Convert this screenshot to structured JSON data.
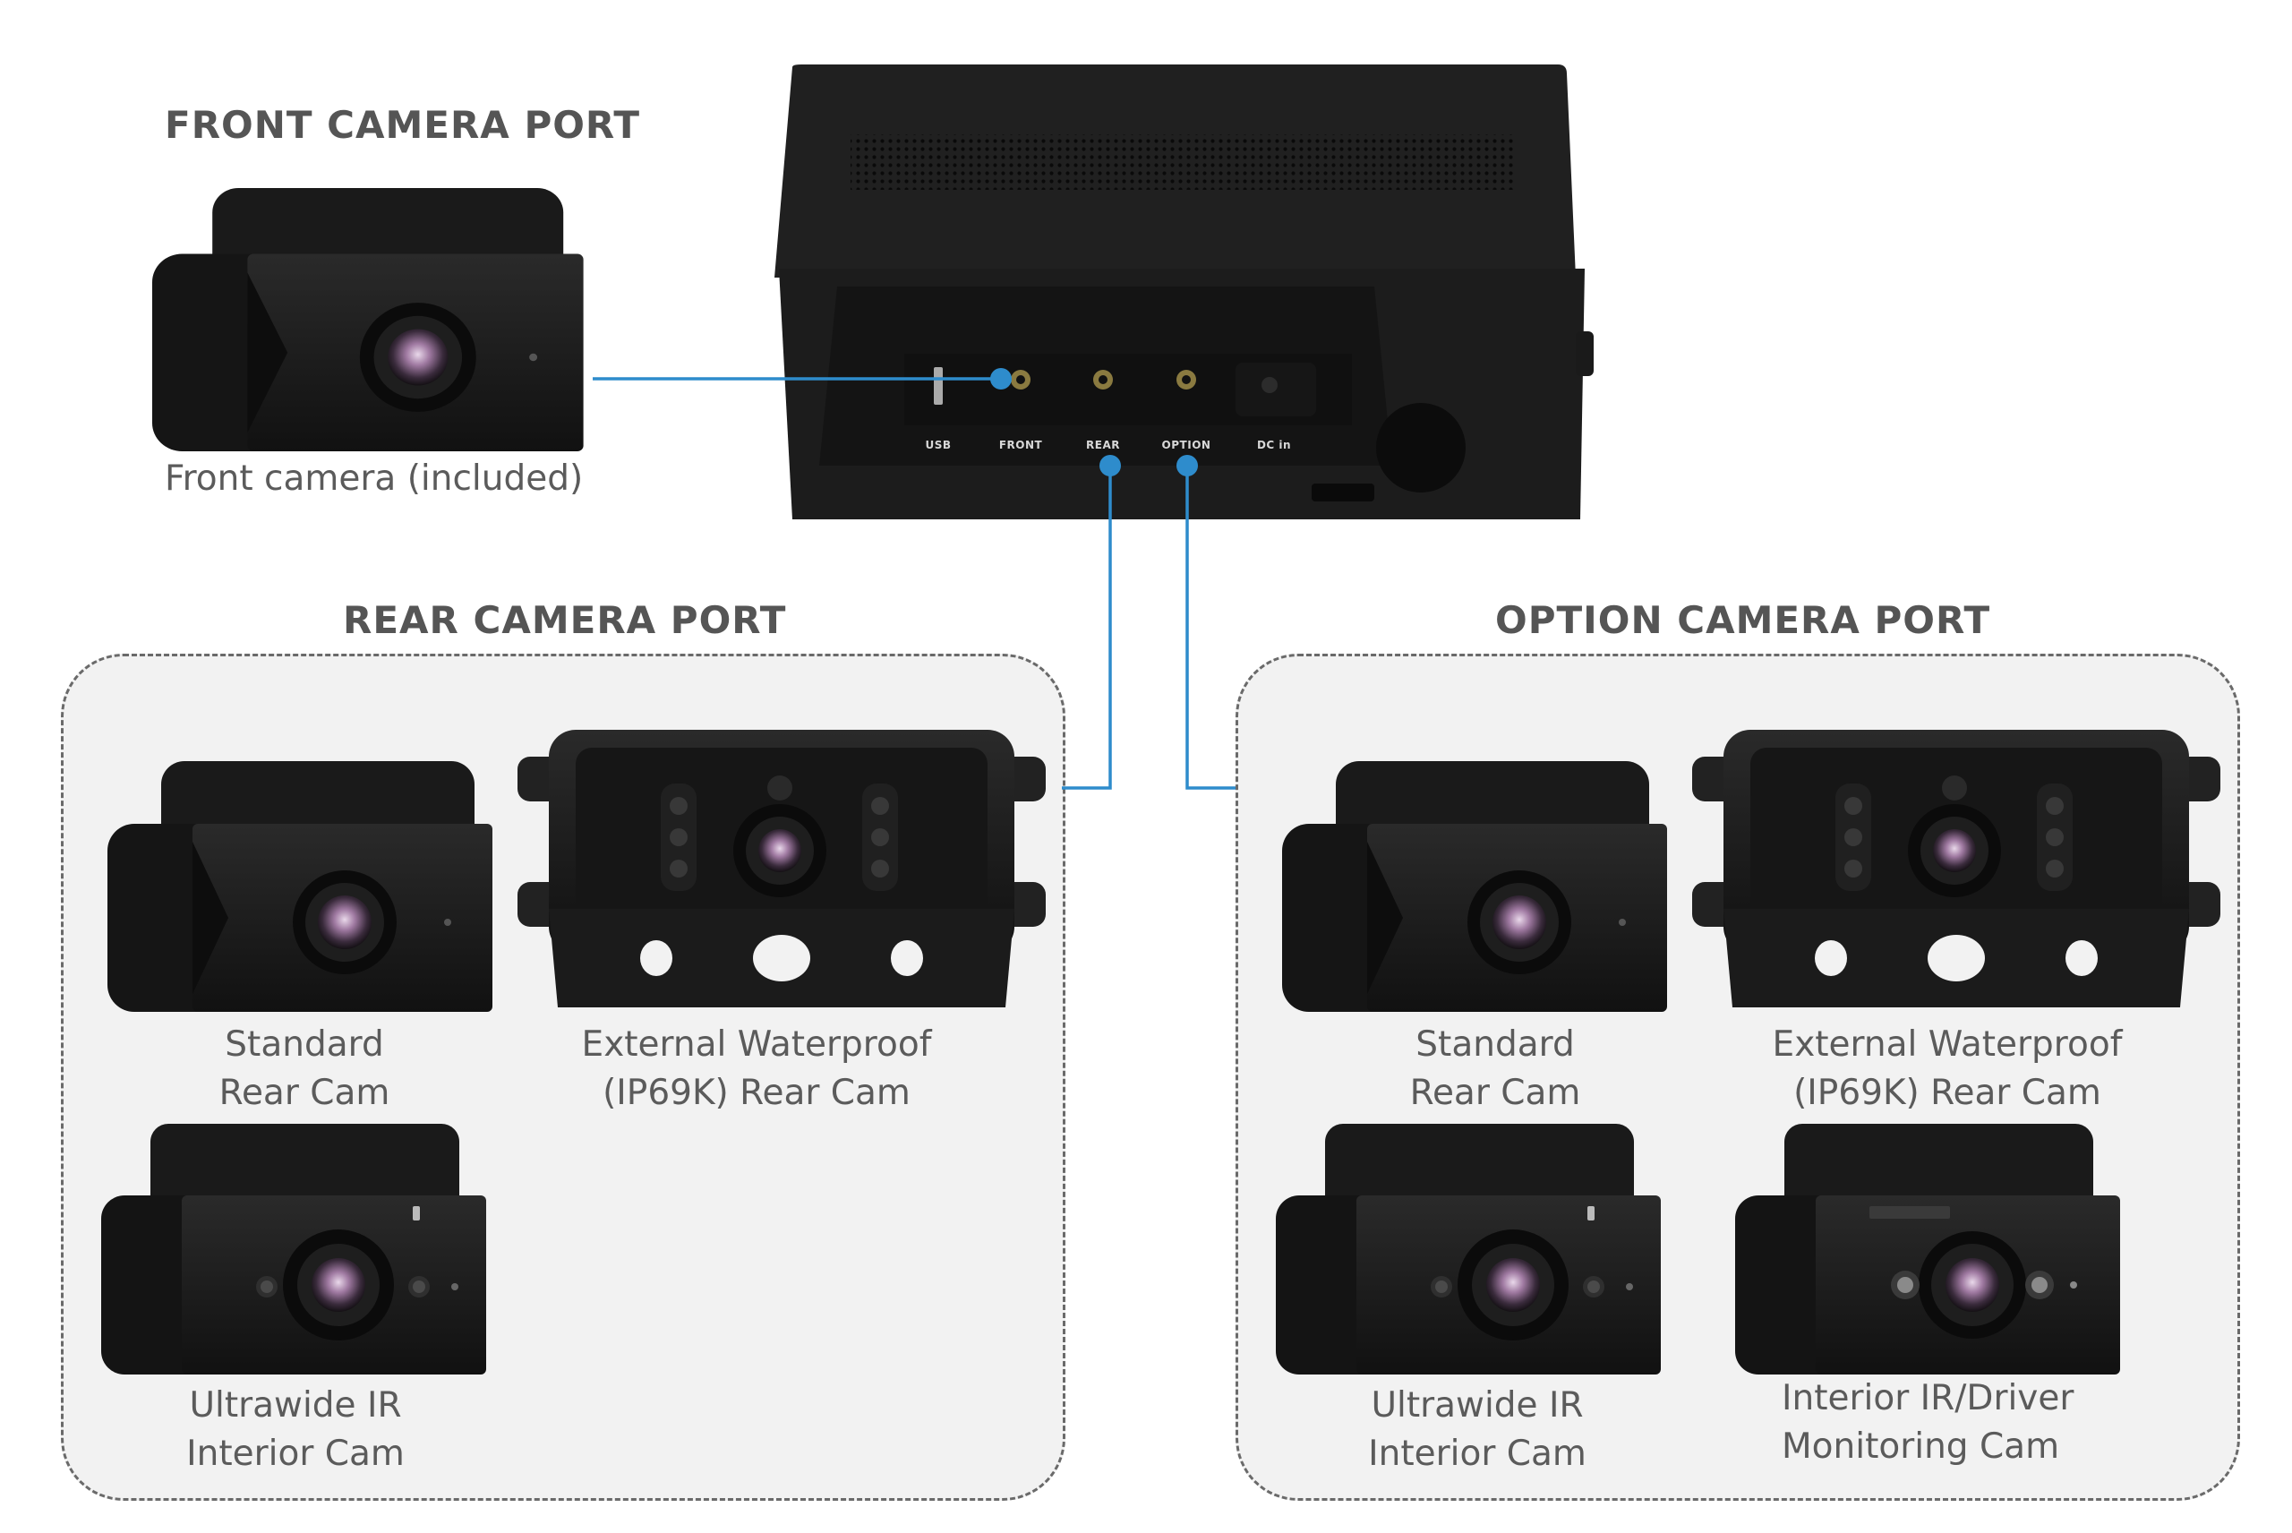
{
  "headings": {
    "front": "FRONT CAMERA PORT",
    "rear": "REAR CAMERA PORT",
    "option": "OPTION CAMERA PORT"
  },
  "front_camera": {
    "caption": "Front camera (included)"
  },
  "main_unit": {
    "ports": [
      "USB",
      "FRONT",
      "REAR",
      "OPTION",
      "DC in"
    ]
  },
  "rear_group": {
    "cams": [
      {
        "line1": "Standard",
        "line2": "Rear Cam"
      },
      {
        "line1": "External Waterproof",
        "line2": "(IP69K) Rear Cam"
      },
      {
        "line1": "Ultrawide IR",
        "line2": "Interior Cam"
      }
    ]
  },
  "option_group": {
    "cams": [
      {
        "line1": "Standard",
        "line2": "Rear Cam"
      },
      {
        "line1": "External Waterproof",
        "line2": "(IP69K) Rear Cam"
      },
      {
        "line1": "Ultrawide IR",
        "line2": "Interior Cam"
      },
      {
        "line1": "Interior IR/Driver",
        "line2": "Monitoring Cam"
      }
    ]
  },
  "colors": {
    "connector": "#2e8ccc",
    "device": "#1c1c1c",
    "box_bg": "#f2f2f2",
    "text": "#585858"
  }
}
